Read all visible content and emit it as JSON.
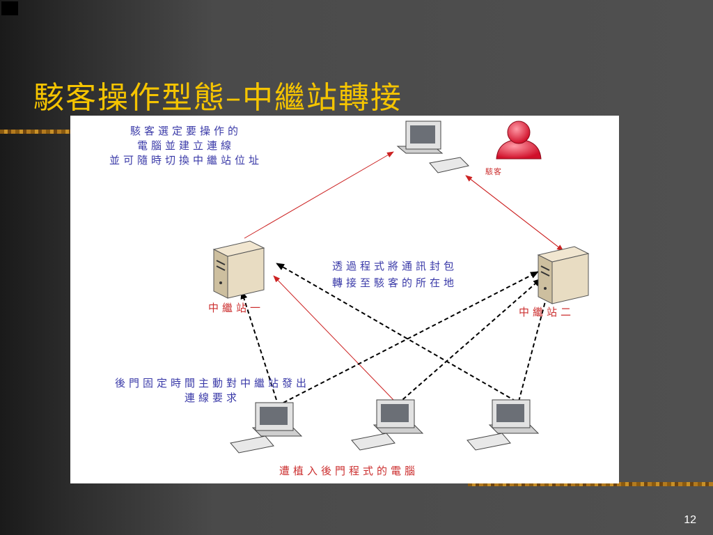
{
  "slide": {
    "title": "駭客操作型態–中繼站轉接",
    "page_number": "12"
  },
  "diagram": {
    "notes": {
      "hacker_instruction": [
        "駭客選定要操作的",
        "電腦並建立連線",
        "並可隨時切換中繼站位址"
      ],
      "relay_forwarding": [
        "透過程式將通訊封包",
        "轉接至駭客的所在地"
      ],
      "backdoor_connect": [
        "後門固定時間主動對中繼站發出",
        "連線要求"
      ]
    },
    "nodes": {
      "hacker": "駭客",
      "relay_1": "中繼站一",
      "relay_2": "中繼站二",
      "infected": "遭植入後門程式的電腦"
    },
    "colors": {
      "title": "#f5c400",
      "note_text": "#3a3aa8",
      "node_text": "#cc3030",
      "solid_arrow": "#cc2222",
      "dashed_arrow": "#000000"
    }
  }
}
